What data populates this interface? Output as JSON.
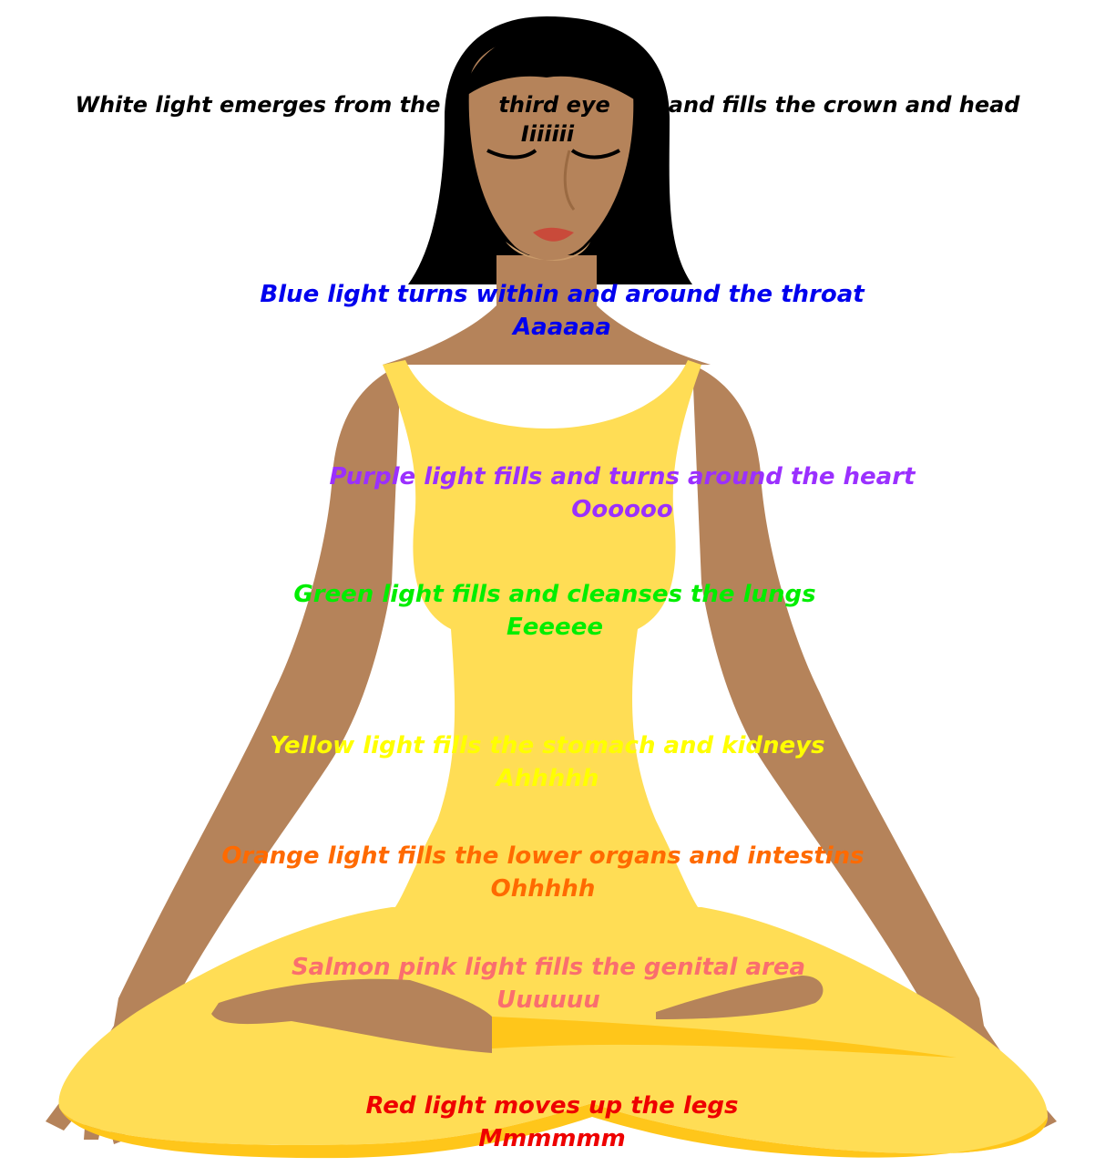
{
  "labels": {
    "crown": {
      "part1": "White light emerges from the",
      "part2": "third eye",
      "part3": "and fills the crown and head",
      "sound": "Iiiiiii",
      "color": "#000000"
    },
    "throat": {
      "text": "Blue light turns within and around the throat",
      "sound": "Aaaaaa",
      "color": "#0000ee"
    },
    "heart": {
      "text": "Purple light fills and turns around the heart",
      "sound": "Oooooo",
      "color": "#9b30ff"
    },
    "lungs": {
      "text": "Green light fills and cleanses the lungs",
      "sound": "Eeeeee",
      "color": "#00ee00"
    },
    "stomach": {
      "text": "Yellow light fills the stomach and kidneys",
      "sound": "Ahhhhh",
      "color": "#ffff00"
    },
    "lower": {
      "text": "Orange light fills the lower organs and intestins",
      "sound": "Ohhhhh",
      "color": "#ff6a00"
    },
    "genital": {
      "text": "Salmon pink light fills the genital area",
      "sound": "Uuuuuu",
      "color": "#fa6e6e"
    },
    "legs": {
      "text": "Red light moves up the legs",
      "sound": "Mmmmmm",
      "color": "#ee0000"
    }
  },
  "colors": {
    "skin": "#b5835a",
    "hair": "#000000",
    "clothing": "#ffdd55",
    "clothing_shade": "#ffc61a",
    "lips": "#c94a3a"
  }
}
